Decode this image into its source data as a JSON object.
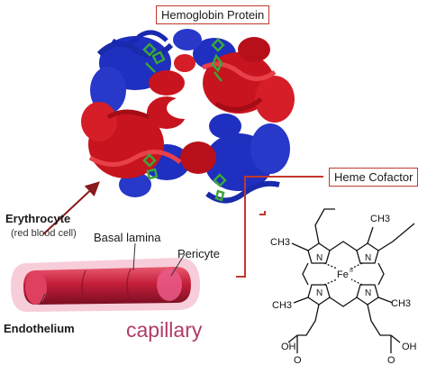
{
  "title": "Hemoglobin Protein",
  "heme_label": "Heme Cofactor",
  "labels": {
    "erythrocyte": "Erythrocyte",
    "erythrocyte_sub": "(red blood cell)",
    "basal_lamina": "Basal lamina",
    "pericyte": "Pericyte",
    "endothelium": "Endothelium",
    "capillary": "capillary"
  },
  "heme_atoms": {
    "ch3_a": "CH3",
    "ch3_b": "CH3",
    "ch3_c": "CH3",
    "ch3_d": "CH3",
    "n1": "N",
    "n2": "N",
    "n3": "N",
    "n4": "N",
    "fe": "Fe",
    "fe_sup": "II",
    "oh_a": "OH",
    "oh_b": "OH",
    "o_a": "O",
    "o_b": "O"
  },
  "colors": {
    "alpha_chain": "#c8141e",
    "beta_chain": "#1f2fbf",
    "heme_group": "#3aa63a",
    "accent": "#c0392b",
    "capillary_text": "#b03a6a",
    "vessel": "#c81e3c",
    "lamina": "#f5b5c8"
  }
}
